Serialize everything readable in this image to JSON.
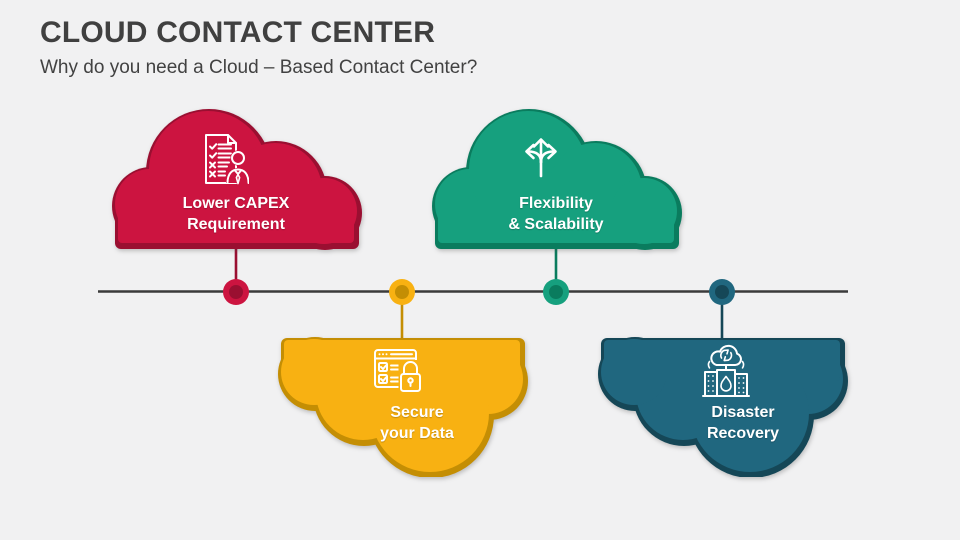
{
  "slide": {
    "title": "CLOUD CONTACT CENTER",
    "subtitle": "Why do you need a Cloud – Based Contact Center?",
    "background_color": "#f1f1f2",
    "title_color": "#404040",
    "timeline_color": "#3b3b3b"
  },
  "items": [
    {
      "id": "lower-capex",
      "label_line1": "Lower CAPEX",
      "label_line2": "Requirement",
      "position": "above-timeline",
      "icon": "checklist-person-icon",
      "color": "#cc1440",
      "dark_color": "#9a0f31"
    },
    {
      "id": "flexibility-scalability",
      "label_line1": "Flexibility",
      "label_line2": "& Scalability",
      "position": "above-timeline",
      "icon": "branching-arrows-icon",
      "color": "#16a07e",
      "dark_color": "#0a7c5e"
    },
    {
      "id": "secure-your-data",
      "label_line1": "Secure",
      "label_line2": "your Data",
      "position": "below-timeline",
      "icon": "browser-padlock-icon",
      "color": "#f8b112",
      "dark_color": "#c48e04"
    },
    {
      "id": "disaster-recovery",
      "label_line1": "Disaster",
      "label_line2": "Recovery",
      "position": "below-timeline",
      "icon": "building-fire-cloud-recovery-icon",
      "color": "#20677f",
      "dark_color": "#154757"
    }
  ]
}
